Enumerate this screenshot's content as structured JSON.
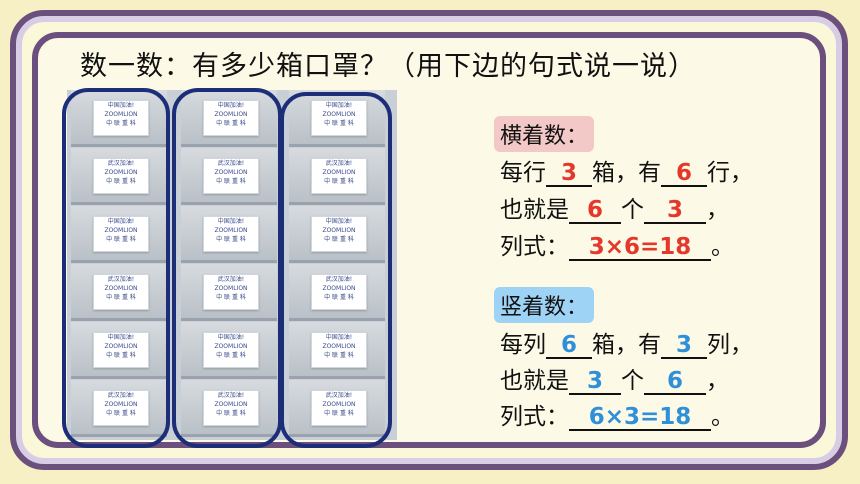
{
  "title": "数一数：有多少箱口罩？（用下边的句式说一说）",
  "box_label": {
    "line1": "武汉加油!",
    "line1b": "中国加油!",
    "line2": "ZOOMLION",
    "line3": "中 联 重 科"
  },
  "horizontal": {
    "header": "横着数：",
    "l1_a": "每行",
    "l1_v1": "3",
    "l1_b": "箱，有",
    "l1_v2": "6",
    "l1_c": "行，",
    "l2_a": "也就是",
    "l2_v1": "6",
    "l2_b": "个",
    "l2_v2": "3",
    "l2_c": "，",
    "l3_a": "列式：",
    "l3_v": "3×6=18",
    "l3_c": "。"
  },
  "vertical": {
    "header": "竖着数：",
    "l1_a": "每列",
    "l1_v1": "6",
    "l1_b": "箱，有",
    "l1_v2": "3",
    "l1_c": "列，",
    "l2_a": "也就是",
    "l2_v1": "3",
    "l2_b": "个",
    "l2_v2": "6",
    "l2_c": "，",
    "l3_a": "列式：",
    "l3_v": "6×3=18",
    "l3_c": "。"
  },
  "colors": {
    "frame": "#6b4f7d",
    "answer_red": "#e4382c",
    "answer_blue": "#2f8fd8",
    "outline": "#1d2e78"
  }
}
